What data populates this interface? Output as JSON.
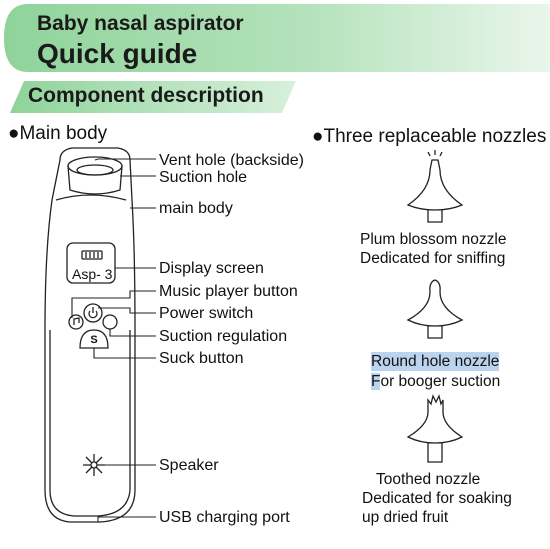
{
  "header": {
    "title_line1": "Baby nasal aspirator",
    "title_line2": "Quick guide"
  },
  "section": {
    "title": "Component description"
  },
  "main_body": {
    "heading": "Main body",
    "display_text": "Asp- 3",
    "labels": [
      "Vent hole (backside)",
      "Suction hole",
      "main body",
      "Display screen",
      "Music player button",
      "Power switch",
      "Suction regulation",
      "Suck button",
      "Speaker",
      "USB charging port"
    ],
    "suck_button_letter": "S"
  },
  "nozzles": {
    "heading": "Three replaceable nozzles",
    "items": [
      {
        "name": "Plum blossom nozzle",
        "desc": "Dedicated for sniffing"
      },
      {
        "name": "Round hole nozzle",
        "desc": "For booger suction",
        "desc_prefix": "F",
        "desc_rest": "or booger suction"
      },
      {
        "name": "Toothed nozzle",
        "desc": "Dedicated for soaking up dried fruit",
        "desc_line1": "Dedicated for soaking",
        "desc_line2": "up dried fruit"
      }
    ]
  },
  "colors": {
    "banner_green": "#8fd39a",
    "banner_light": "#d8f0dc",
    "highlight": "#bcd3ee"
  }
}
